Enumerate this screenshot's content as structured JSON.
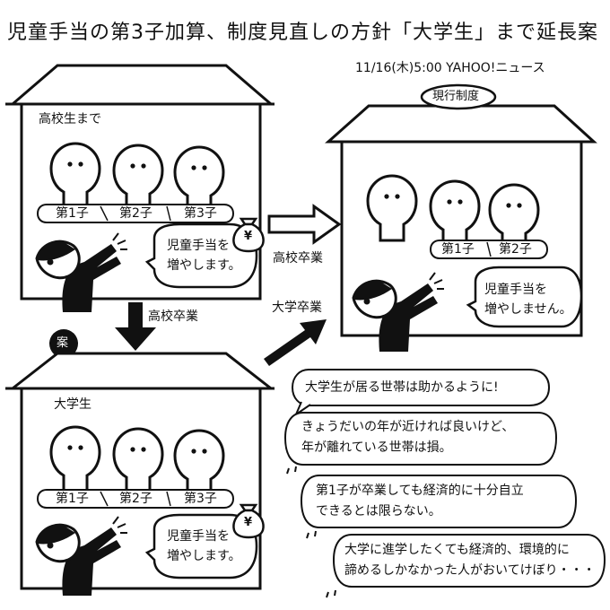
{
  "title": "児童手当の第3子加算、制度見直しの方針「大学生」まで延長案",
  "source": "11/16(木)5:00 YAHOO!ニュース",
  "current_tag": "現行制度",
  "proposal_tag": "案",
  "house_top_left": {
    "label": "高校生まで",
    "kids": [
      "第1子",
      "第2子",
      "第3子"
    ],
    "speech": [
      "児童手当を",
      "増やします。"
    ]
  },
  "house_right": {
    "kids": [
      "第1子",
      "第2子"
    ],
    "speech": [
      "児童手当を",
      "増やしません。"
    ]
  },
  "house_bottom_left": {
    "label": "大学生",
    "kids": [
      "第1子",
      "第2子",
      "第3子"
    ],
    "speech": [
      "児童手当を",
      "増やします。"
    ]
  },
  "arrows": {
    "right_label": "高校卒業",
    "down_label": "高校卒業",
    "diagonal_label": "大学卒業"
  },
  "yen_symbol": "¥",
  "comments": [
    [
      "大学生が居る世帯は助かるように!"
    ],
    [
      "きょうだいの年が近ければ良いけど、",
      "年が離れている世帯は損。"
    ],
    [
      "第1子が卒業しても経済的に十分自立",
      "できるとは限らない。"
    ],
    [
      "大学に進学したくても経済的、環境的に",
      "諦めるしかなかった人がおいてけぼり・・・"
    ]
  ]
}
